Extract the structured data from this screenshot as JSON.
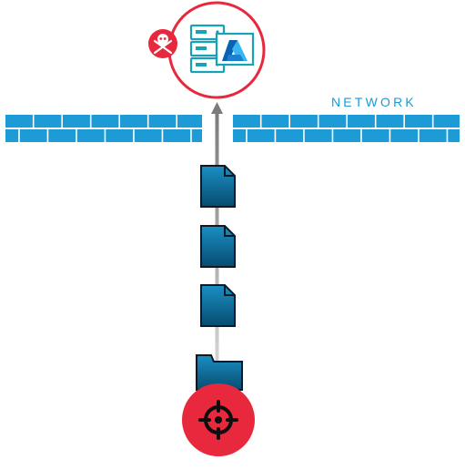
{
  "colors": {
    "brick": "#1d9bd6",
    "brick_mortar": "#ffffff",
    "network_text": "#1a9ad6",
    "accent_red": "#e8283d",
    "server_teal": "#16a3b5",
    "azure_blue": "#0a62b5",
    "azure_light": "#37b6ef",
    "document_fill": "#0d6c98",
    "document_outline": "#0b1a26",
    "arrow_gray": "#8c8c8c",
    "arrow_light": "#cfcfcf"
  },
  "icons": {
    "target_server": "server-rack-icon",
    "cloud_logo": "azure-logo-icon",
    "threat_badge": "skull-crossbones-icon",
    "file": "document-icon",
    "folder": "folder-icon",
    "attacker": "crosshair-icon"
  },
  "network": {
    "label": "NETWORK"
  },
  "flow": {
    "documents": [
      "file-1",
      "file-2",
      "file-3"
    ]
  }
}
